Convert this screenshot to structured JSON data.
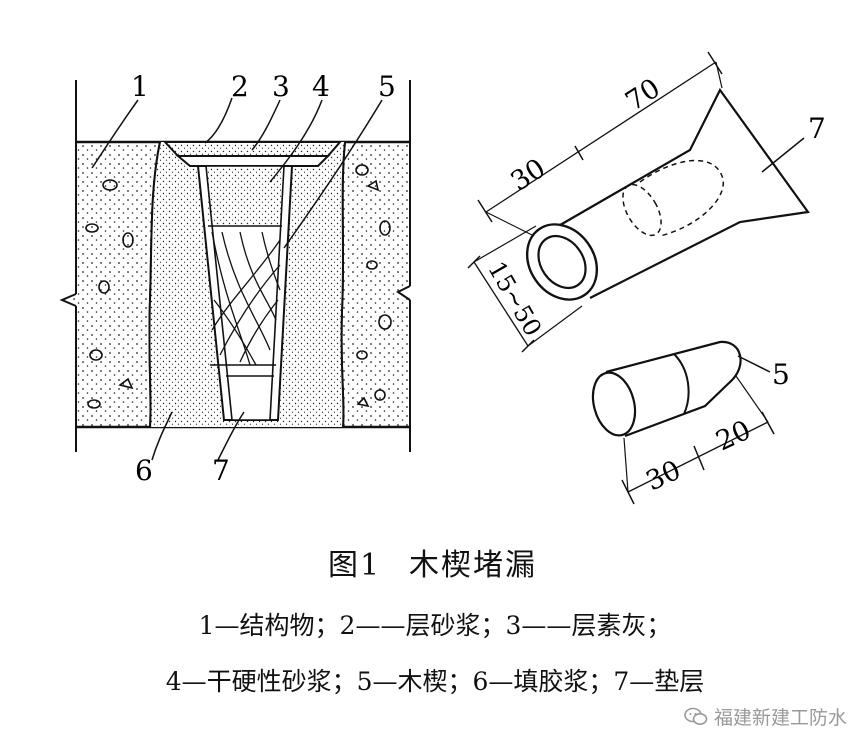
{
  "figure": {
    "left_labels": {
      "n1": "1",
      "n2": "2",
      "n3": "3",
      "n4": "4",
      "n5": "5",
      "n6": "6",
      "n7": "7"
    },
    "wedge_dims": {
      "length_total": "70",
      "length_front": "30",
      "diameter": "15~50",
      "label_7": "7"
    },
    "plug_dims": {
      "part_a": "30",
      "part_b": "20",
      "label_5": "5"
    }
  },
  "caption": {
    "figure_no": "图1",
    "title": "木楔堵漏"
  },
  "legend": {
    "line1": "1—结构物；2——层砂浆；3——层素灰；",
    "line2": "4—干硬性砂浆；5—木楔；6—填胶浆；7—垫层"
  },
  "watermark": {
    "text": "福建新建工防水",
    "icon": "wechat-icon"
  }
}
